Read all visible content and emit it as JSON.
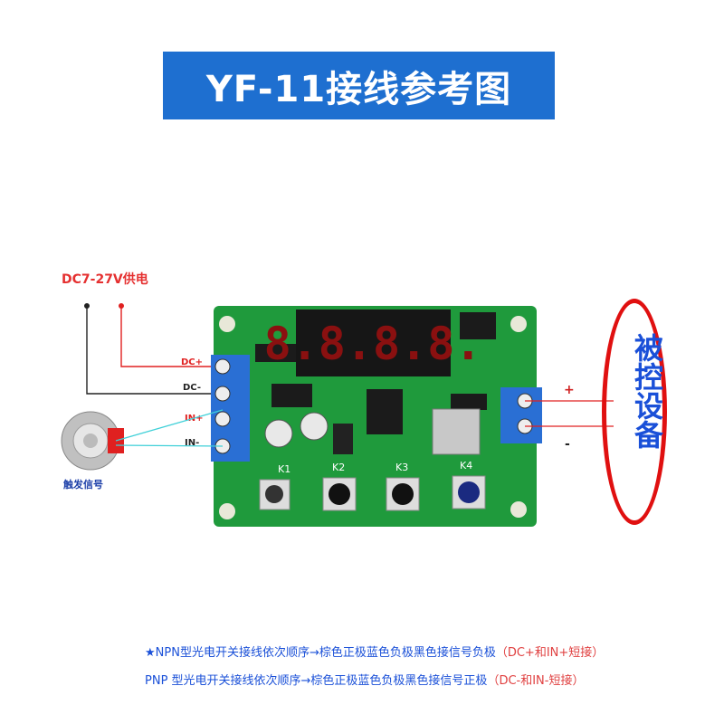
{
  "title": "YF-11接线参考图",
  "power_label": "DC7-27V供电",
  "trigger_label": "触发信号",
  "device_label": "被控设备",
  "terminals": [
    "DC+",
    "DC-",
    "IN+",
    "IN-"
  ],
  "buttons": [
    "K1",
    "K2",
    "K3",
    "K4"
  ],
  "display_digits": "8.8.8.8.",
  "output_plus": "+",
  "output_minus": "-",
  "note_npn": {
    "text": "★NPN型光电开关接线依次顺序→棕色正极蓝色负极黑色接信号负极",
    "suffix": "（DC+和IN+短接）"
  },
  "note_pnp": {
    "text": "PNP 型光电开关接线依次顺序→棕色正极蓝色负极黑色接信号正极",
    "suffix": "（DC-和IN-短接）"
  },
  "colors": {
    "banner": "#1e6fd0",
    "pcb": "#1f9a3c",
    "terminal_block": "#2a6fd4",
    "wire_red": "#e02020",
    "wire_black": "#222222",
    "wire_cyan": "#3fd0d8",
    "digit": "#e02020"
  }
}
